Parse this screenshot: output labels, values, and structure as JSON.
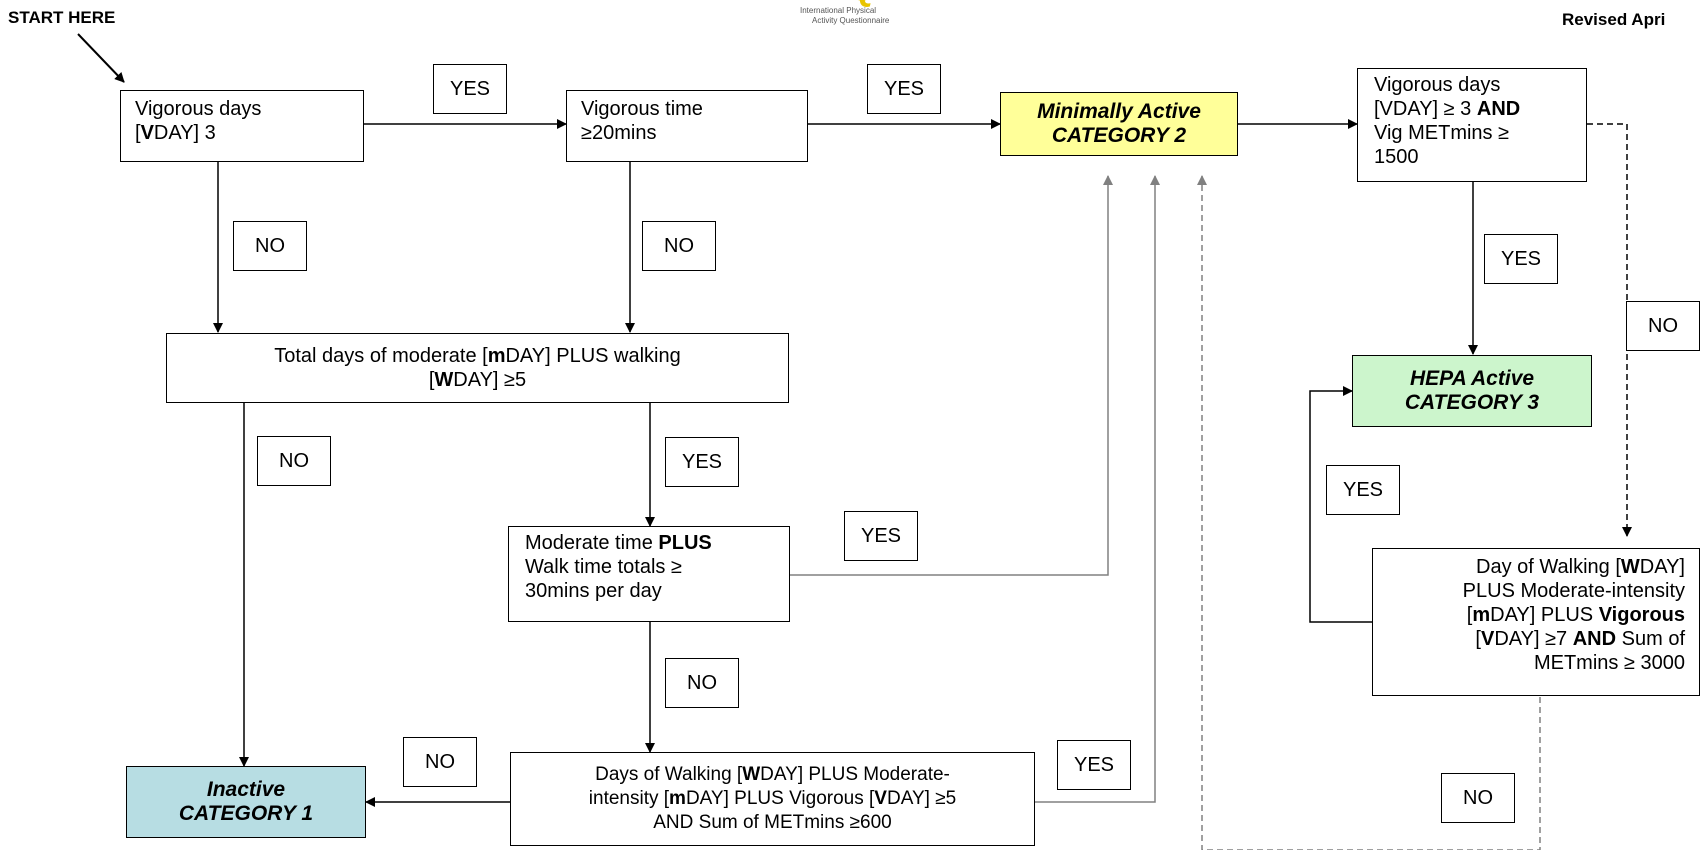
{
  "header": {
    "start_here": "START HERE",
    "revised": "Revised Apri",
    "logo_mark": "IPAQ",
    "logo_line1": "International Physical",
    "logo_line2": "Activity Questionnaire"
  },
  "nodes": {
    "vig_days": {
      "line1": "Vigorous days",
      "line2_bold": "V",
      "line2_pre": "[",
      "line2_post": "DAY] 3"
    },
    "vig_time": {
      "line1": "Vigorous time",
      "line2": "≥20mins"
    },
    "total_mod_walk": {
      "p1": "Total days of moderate [",
      "b1": "m",
      "p2": "DAY] PLUS walking",
      "p3": "[",
      "b2": "W",
      "p4": "DAY] ≥5"
    },
    "mod_walk_time": {
      "p1": "Moderate time ",
      "b1": "PLUS",
      "line2": "Walk time totals  ≥",
      "line3": "30mins per day"
    },
    "days_walk_mod_vig": {
      "p1": "Days of Walking [",
      "b1": "W",
      "p2": "DAY] PLUS Moderate-",
      "p3": "intensity [",
      "b2": "m",
      "p4": "DAY] PLUS Vigorous [",
      "b3": "V",
      "p5": "DAY] ≥5",
      "line3": "AND Sum of METmins ≥600"
    },
    "cat1": {
      "line1": "Inactive",
      "line2": "CATEGORY 1"
    },
    "cat2": {
      "line1": "Minimally Active",
      "line2": "CATEGORY 2"
    },
    "cat3": {
      "line1": "HEPA Active",
      "line2": "CATEGORY 3"
    },
    "vig3_met1500": {
      "line1": "Vigorous days",
      "p1": "[VDAY] ≥ 3 ",
      "b1": "AND",
      "line3": "Vig METmins ≥",
      "line4": "1500"
    },
    "walk_mod_vig7": {
      "p1": "Day of Walking [",
      "b1": "W",
      "p2": "DAY]",
      "line2": "PLUS Moderate-intensity",
      "p3": "[",
      "b2": "m",
      "p4": "DAY] PLUS ",
      "b3": "Vigorous",
      "p5": "[",
      "b4": "V",
      "p6": "DAY] ≥7 ",
      "b5": "AND",
      "p7": " Sum of",
      "line5": "METmins ≥ 3000"
    }
  },
  "labels": {
    "yes": "YES",
    "no": "NO"
  },
  "colors": {
    "cat1": "#b7dde3",
    "cat2": "#ffff99",
    "cat3": "#ccf5cc",
    "gray_line": "#808080"
  }
}
